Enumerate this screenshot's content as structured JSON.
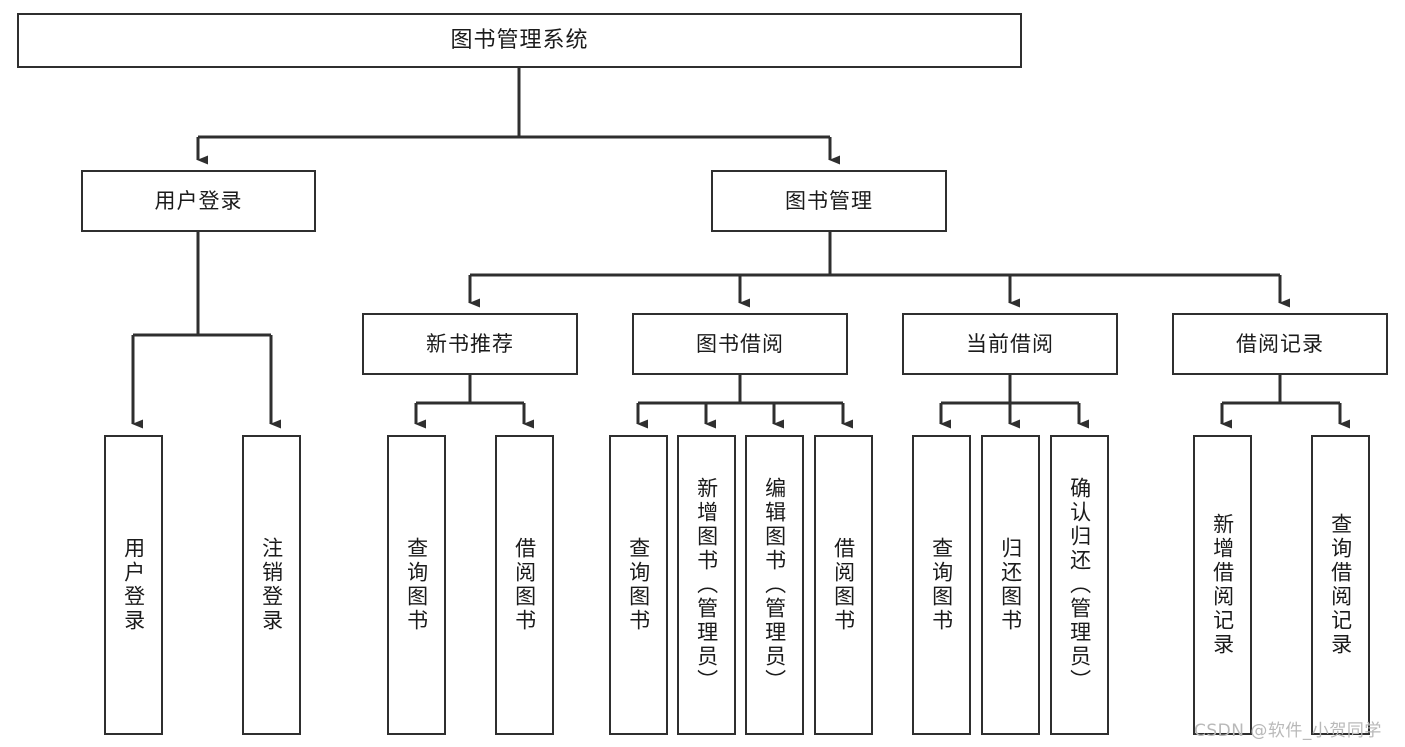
{
  "diagram": {
    "title": "图书管理系统",
    "type": "hierarchy-tree",
    "watermark": "CSDN @软件_小贺同学",
    "colors": {
      "box_border": "#2f2f2f",
      "box_fill": "#ffffff",
      "edge": "#2f2f2f",
      "text": "#1b1b1b",
      "watermark": "#b9b9b9",
      "background": "#ffffff"
    },
    "nodes": {
      "root": {
        "label": "图书管理系统",
        "level": 1,
        "orientation": "horizontal"
      },
      "l2": [
        {
          "id": "user-login",
          "label": "用户登录",
          "orientation": "horizontal"
        },
        {
          "id": "book-manage",
          "label": "图书管理",
          "orientation": "horizontal"
        }
      ],
      "l3": [
        {
          "id": "new-book-recommend",
          "label": "新书推荐",
          "orientation": "horizontal"
        },
        {
          "id": "book-borrow",
          "label": "图书借阅",
          "orientation": "horizontal"
        },
        {
          "id": "current-borrow",
          "label": "当前借阅",
          "orientation": "horizontal"
        },
        {
          "id": "borrow-record",
          "label": "借阅记录",
          "orientation": "horizontal"
        }
      ],
      "leaves": {
        "user-login": [
          {
            "id": "leaf-user-login",
            "label": "用户登录",
            "orientation": "vertical"
          },
          {
            "id": "leaf-logout",
            "label": "注销登录",
            "orientation": "vertical"
          }
        ],
        "new-book-recommend": [
          {
            "id": "leaf-query-book-1",
            "label": "查询图书",
            "orientation": "vertical"
          },
          {
            "id": "leaf-borrow-book-1",
            "label": "借阅图书",
            "orientation": "vertical"
          }
        ],
        "book-borrow": [
          {
            "id": "leaf-query-book-2",
            "label": "查询图书",
            "orientation": "vertical"
          },
          {
            "id": "leaf-add-book",
            "label": "新增图书（管理员）",
            "orientation": "vertical"
          },
          {
            "id": "leaf-edit-book",
            "label": "编辑图书（管理员）",
            "orientation": "vertical"
          },
          {
            "id": "leaf-borrow-book-2",
            "label": "借阅图书",
            "orientation": "vertical"
          }
        ],
        "current-borrow": [
          {
            "id": "leaf-query-book-3",
            "label": "查询图书",
            "orientation": "vertical"
          },
          {
            "id": "leaf-return-book",
            "label": "归还图书",
            "orientation": "vertical"
          },
          {
            "id": "leaf-confirm-return",
            "label": "确认归还（管理员）",
            "orientation": "vertical"
          }
        ],
        "borrow-record": [
          {
            "id": "leaf-add-record",
            "label": "新增借阅记录",
            "orientation": "vertical"
          },
          {
            "id": "leaf-query-record",
            "label": "查询借阅记录",
            "orientation": "vertical"
          }
        ]
      }
    }
  }
}
